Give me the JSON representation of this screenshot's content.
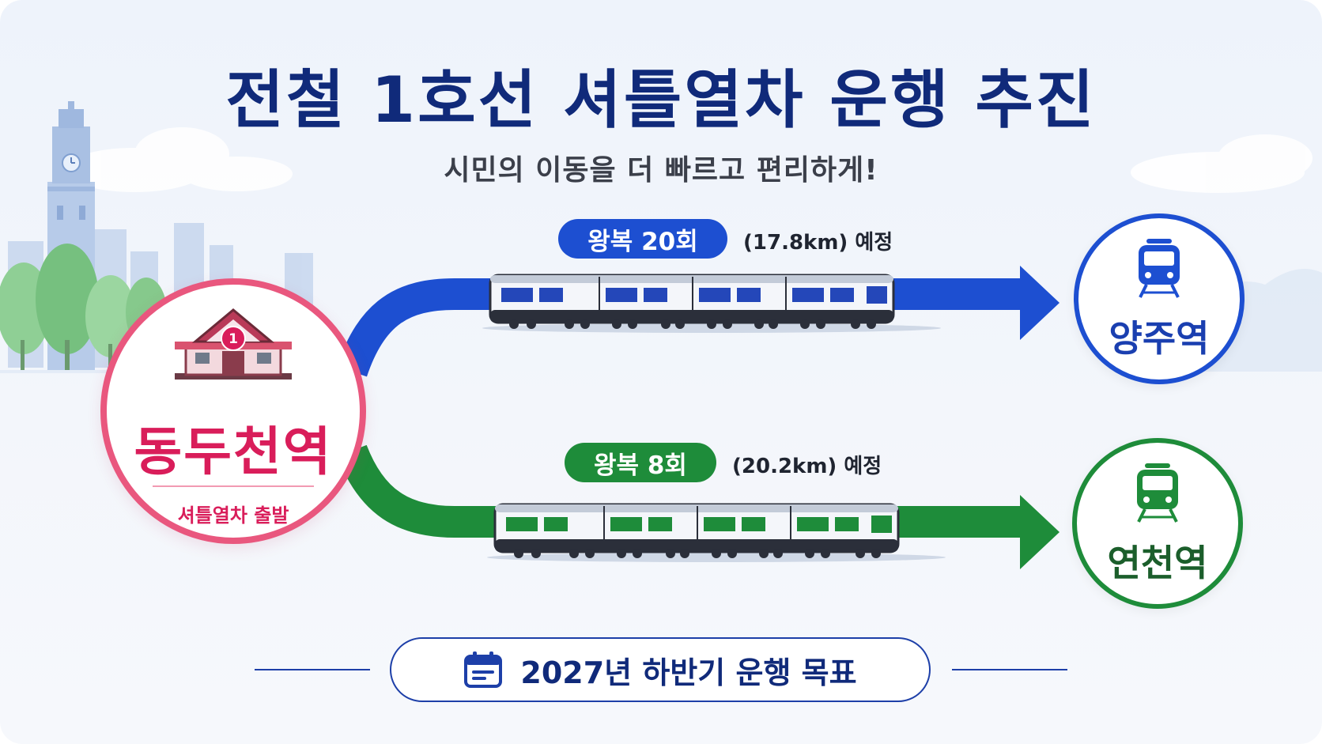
{
  "title": "전철 1호선 셔틀열차 운행 추진",
  "subtitle": "시민의 이동을 더 빠르고 편리하게!",
  "origin": {
    "badge_number": "1",
    "name": "동두천역",
    "sub": "셔틀열차 출발",
    "color": "#d91d5a"
  },
  "routes": [
    {
      "badge": "왕복 20회",
      "detail": "(17.8km) 예정",
      "destination": "양주역",
      "color": "#1d4fd1",
      "icon": "train-icon"
    },
    {
      "badge": "왕복 8회",
      "detail": "(20.2km) 예정",
      "destination": "연천역",
      "color": "#1e8c3a",
      "icon": "train-icon"
    }
  ],
  "target": {
    "icon": "calendar-icon",
    "text": "2027년 하반기 운행 목표"
  }
}
